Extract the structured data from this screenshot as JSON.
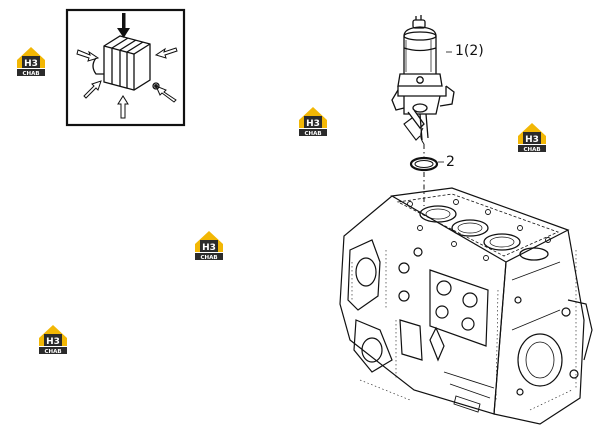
{
  "callouts": [
    {
      "id": "part-1",
      "label": "1(2)"
    },
    {
      "id": "part-2",
      "label": "2"
    }
  ],
  "watermark": {
    "text_top": "H3",
    "text_bottom": "CHAB",
    "colors": {
      "roof": "#f2b705",
      "band": "#2b2b2b",
      "text": "#ffffff"
    }
  },
  "colors": {
    "line": "#111111",
    "background": "#ffffff"
  }
}
